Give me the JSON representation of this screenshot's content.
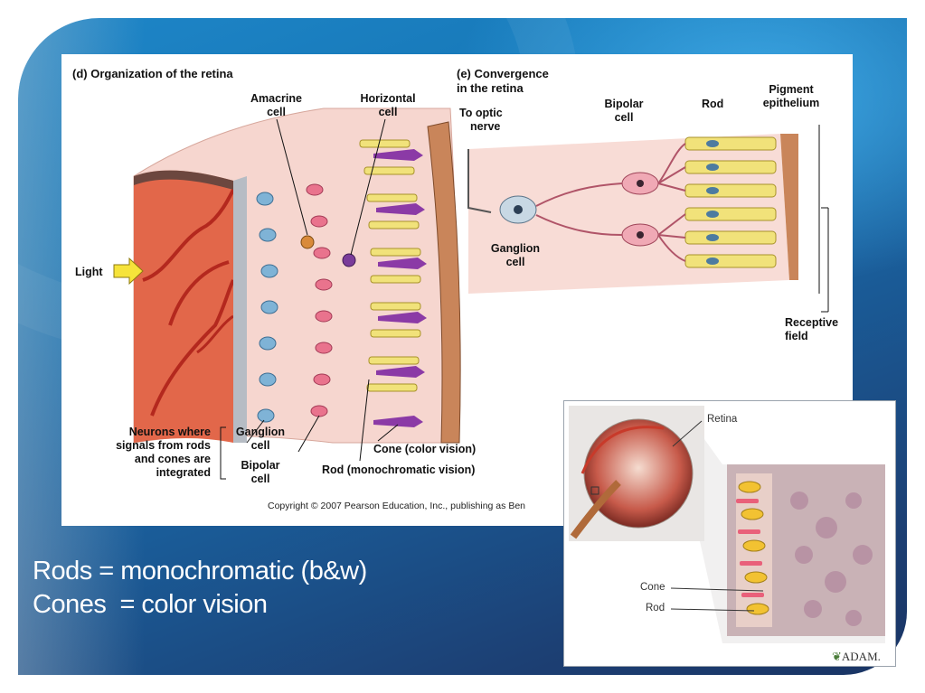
{
  "figure_d": {
    "title": "(d) Organization of the retina",
    "labels": {
      "amacrine_1": "Amacrine",
      "amacrine_2": "cell",
      "horizontal_1": "Horizontal",
      "horizontal_2": "cell",
      "light": "Light",
      "neurons_1": "Neurons where",
      "neurons_2": "signals from rods",
      "neurons_3": "and cones are",
      "neurons_4": "integrated",
      "ganglion_1": "Ganglion",
      "ganglion_2": "cell",
      "bipolar_1": "Bipolar",
      "bipolar_2": "cell",
      "cone": "Cone (color vision)",
      "rod": "Rod (monochromatic vision)"
    }
  },
  "figure_e": {
    "title_1": "(e) Convergence",
    "title_2": "in the retina",
    "labels": {
      "optic_1": "To optic",
      "optic_2": "nerve",
      "bipolar_1": "Bipolar",
      "bipolar_2": "cell",
      "rod": "Rod",
      "pigment_1": "Pigment",
      "pigment_2": "epithelium",
      "ganglion_1": "Ganglion",
      "ganglion_2": "cell",
      "receptive_1": "Receptive",
      "receptive_2": "field"
    }
  },
  "copyright": "Copyright © 2007 Pearson Education, Inc., publishing as Ben",
  "inset": {
    "retina": "Retina",
    "cone": "Cone",
    "rod": "Rod",
    "logo": "ADAM."
  },
  "caption": {
    "line1": "Rods = monochromatic (b&w)",
    "line2": "Cones  = color vision"
  },
  "colors": {
    "accent_blue": "#1e86c8",
    "dark_blue": "#1a3464",
    "retina_pink": "#f4c9c2",
    "vessel_red": "#c0392b",
    "rod_yellow": "#f1e27a",
    "cone_purple": "#8b3aa6",
    "arrow_yellow": "#f6e33a"
  }
}
